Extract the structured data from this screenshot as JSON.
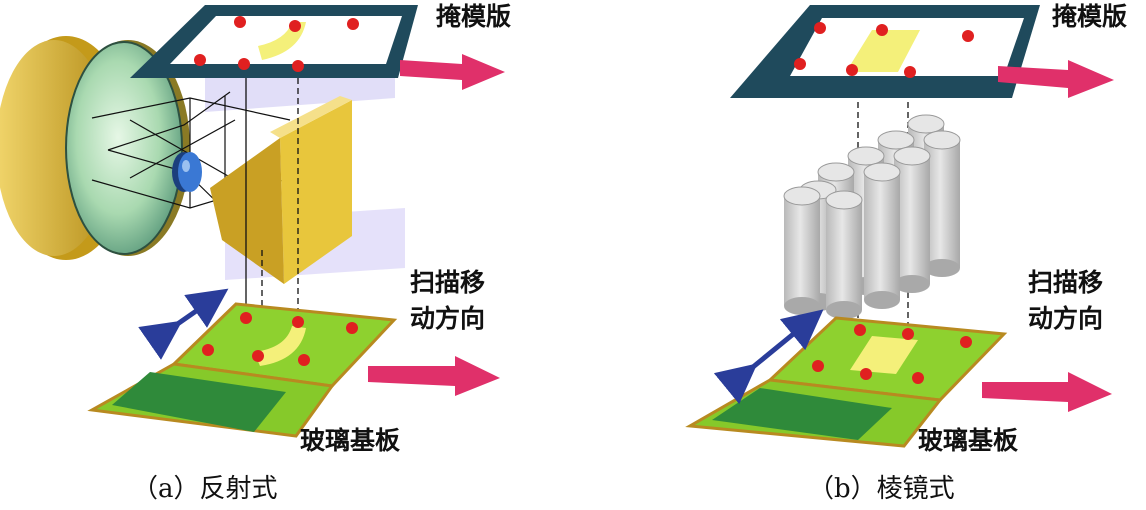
{
  "panel_a": {
    "label_mask": "掩模版",
    "label_scan_line1": "扫描移",
    "label_scan_line2": "动方向",
    "label_substrate": "玻璃基板",
    "caption": "（a）反射式"
  },
  "panel_b": {
    "label_mask": "掩模版",
    "label_scan_line1": "扫描移",
    "label_scan_line2": "动方向",
    "label_substrate": "玻璃基板",
    "caption": "（b）棱镜式"
  },
  "colors": {
    "mask_frame": "#1f4a5c",
    "alignment_mark": "#e02020",
    "pattern": "#f4f07a",
    "substrate": "#8ed12f",
    "substrate_panel": "#2f8a3a",
    "scan_arrow": "#e0306a",
    "move_arrow": "#2a3d9a",
    "mirror": "#d9b12e",
    "lens_barrel": "#c9c9c9"
  }
}
